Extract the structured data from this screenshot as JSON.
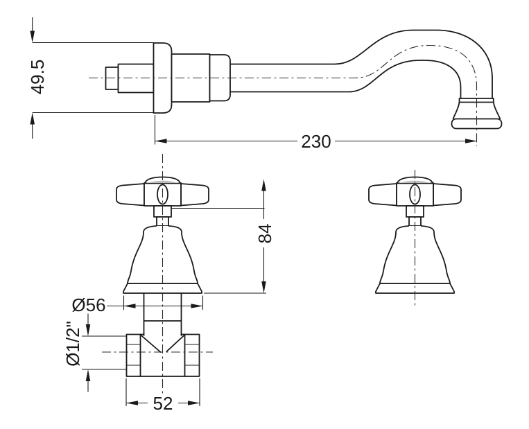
{
  "drawing": {
    "kind": "technical-dimension-drawing",
    "colors": {
      "line": "#1a1a1a",
      "background": "#ffffff",
      "handle_shade": "#bcbcbc"
    },
    "dims": {
      "spout_flange_height": "49.5",
      "spout_reach": "230",
      "valve_height": "84",
      "escutcheon_diameter": "Ø56",
      "thread_size": "Ø1/2\"",
      "body_width": "52"
    }
  }
}
